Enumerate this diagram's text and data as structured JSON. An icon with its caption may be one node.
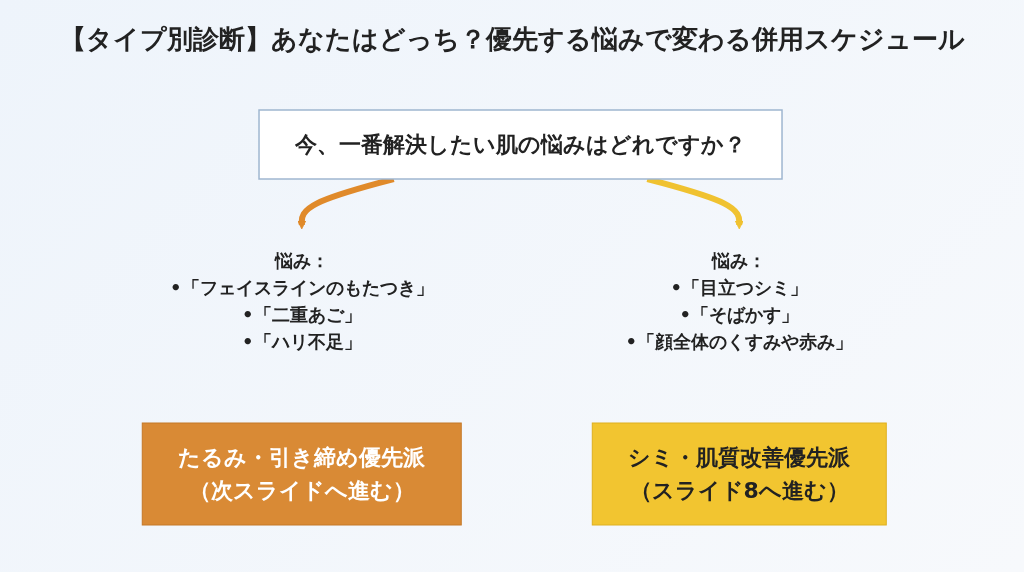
{
  "diagram": {
    "title": "【タイプ別診断】あなたはどっち？優先する悩みで変わる併用スケジュール",
    "nodes": [
      {
        "text": [
          "今、一番解決したい肌の悩みはどれですか？"
        ]
      },
      {
        "text": [
          "悩み：",
          "•「フェイスラインのもたつき」",
          "•「二重あご」",
          "•「ハリ不足」"
        ]
      },
      {
        "text": [
          "悩み：",
          "•「目立つシミ」",
          "•「そばかす」",
          "•「顔全体のくすみや赤み」"
        ]
      },
      {
        "text": [
          "たるみ・引き締め優先派",
          "（次スライドへ進む）"
        ]
      },
      {
        "text": [
          "シミ・肌質改善優先派",
          "（スライド8へ進む）"
        ]
      }
    ],
    "edges": [
      {
        "from": 0,
        "to": 1,
        "arrow": "to",
        "color": "#e08a2a"
      },
      {
        "from": 0,
        "to": 2,
        "arrow": "to",
        "color": "#f0c230"
      }
    ]
  }
}
